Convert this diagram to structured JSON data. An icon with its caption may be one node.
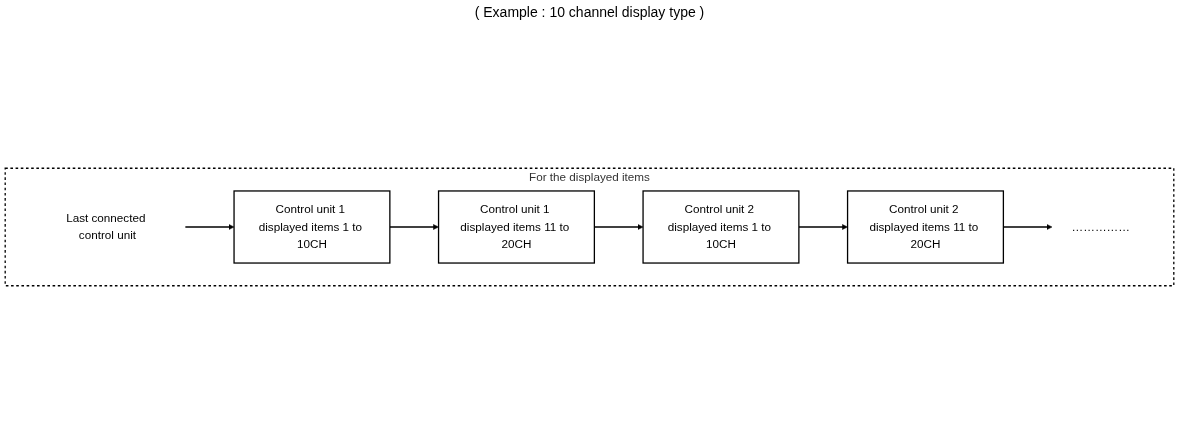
{
  "diagram": {
    "nodes": [
      {
        "text": [
          "For the displayed items"
        ]
      },
      {
        "text": [
          "Control unit 1 displayed items 1 to 10CH"
        ],
        "in": 0
      },
      {
        "text": [
          "Control unit 1 displayed items 11 to 20CH"
        ],
        "in": 0
      },
      {
        "text": [
          "Control unit 2 displayed items 1 to 10CH"
        ],
        "in": 0
      },
      {
        "text": [
          "Control unit 2 displayed items 11 to 20CH"
        ],
        "in": 0
      },
      {
        "text": [
          "……………"
        ],
        "in": 0
      },
      {
        "text": [
          "Last connected control unit"
        ],
        "in": 0
      }
    ],
    "edges": [
      {
        "from": 1,
        "to": 2,
        "arrow": "to"
      },
      {
        "from": 2,
        "to": 3,
        "arrow": "to"
      },
      {
        "from": 3,
        "to": 4,
        "arrow": "to"
      },
      {
        "from": 4,
        "to": 5,
        "arrow": "to"
      },
      {
        "from": 6,
        "to": 1,
        "arrow": "to"
      }
    ],
    "labels": [
      "( Example : 10 channel display type )"
    ]
  }
}
